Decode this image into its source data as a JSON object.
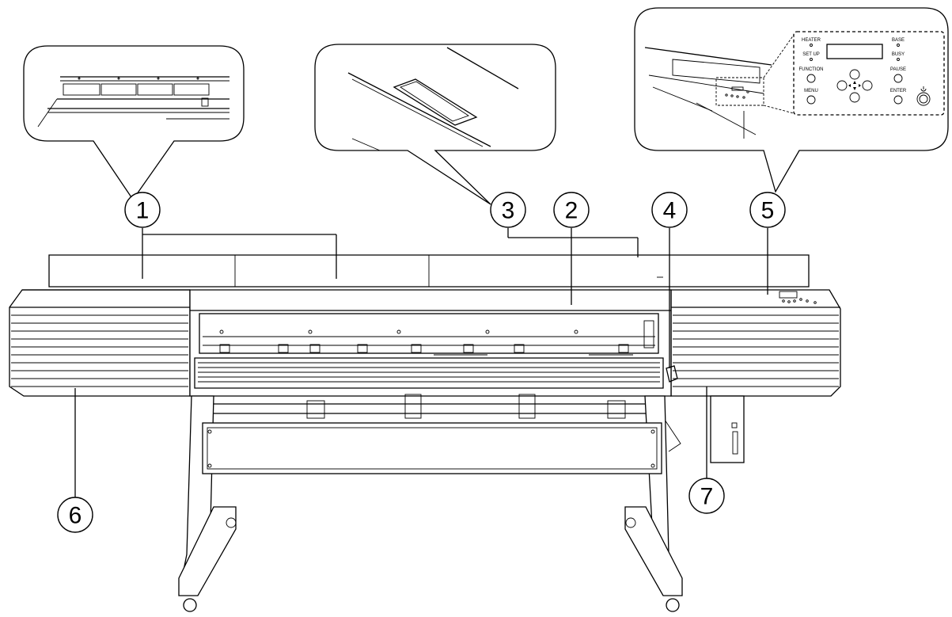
{
  "callouts": [
    {
      "id": "1",
      "label": "1"
    },
    {
      "id": "2",
      "label": "2"
    },
    {
      "id": "3",
      "label": "3"
    },
    {
      "id": "4",
      "label": "4"
    },
    {
      "id": "5",
      "label": "5"
    },
    {
      "id": "6",
      "label": "6"
    },
    {
      "id": "7",
      "label": "7"
    }
  ],
  "control_panel": {
    "heater": "HEATER",
    "setup": "SET UP",
    "function": "FUNCTION",
    "menu": "MENU",
    "base": "BASE",
    "busy": "BUSY",
    "pause": "PAUSE",
    "enter": "ENTER",
    "power_icon": "power-icon"
  }
}
